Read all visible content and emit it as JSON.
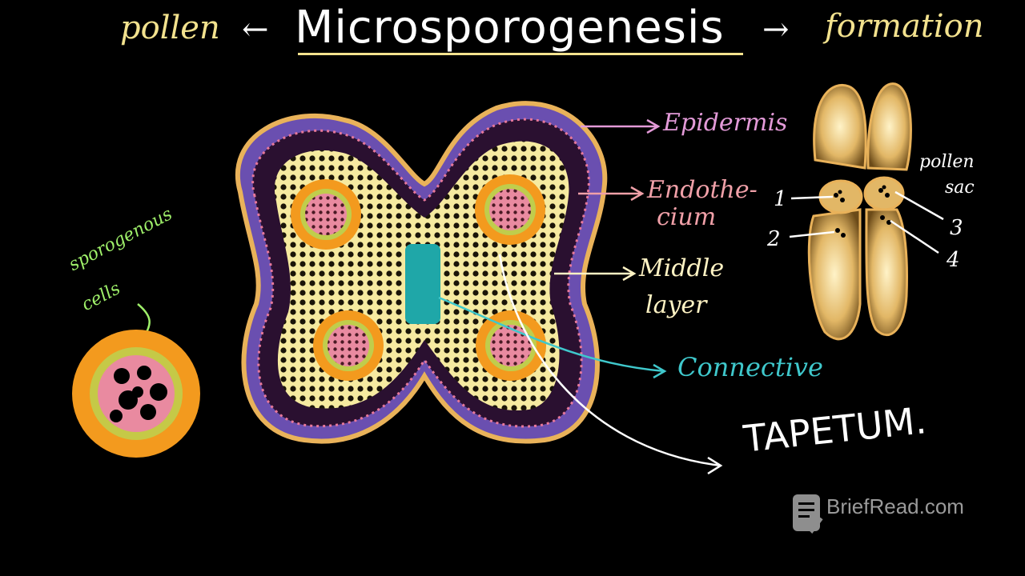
{
  "title": "Microsporogenesis",
  "left_word": "pollen",
  "right_word": "formation",
  "arrow_left": "←",
  "arrow_right": "→",
  "labels": {
    "epidermis": "Epidermis",
    "endothecium_1": "Endothe-",
    "endothecium_2": "cium",
    "middle_1": "Middle",
    "middle_2": "layer",
    "connective": "Connective",
    "tapetum": "TAPETUM.",
    "sporogenous_1": "sporogenous",
    "sporogenous_2": "cells",
    "pollen_sac_1": "pollen",
    "pollen_sac_2": "sac"
  },
  "numbers": [
    "1",
    "2",
    "3",
    "4"
  ],
  "watermark": "BriefRead.com",
  "colors": {
    "epidermis": "#6a4fb0",
    "endothecium": "#e8789a",
    "middle_layer": "#f6eaa0",
    "tapetum": "#f39a1e",
    "sporogenous": "#e98aa0",
    "connective": "#1fa7a8",
    "anther": "#e9c77f",
    "title_underline": "#f3e28e"
  }
}
